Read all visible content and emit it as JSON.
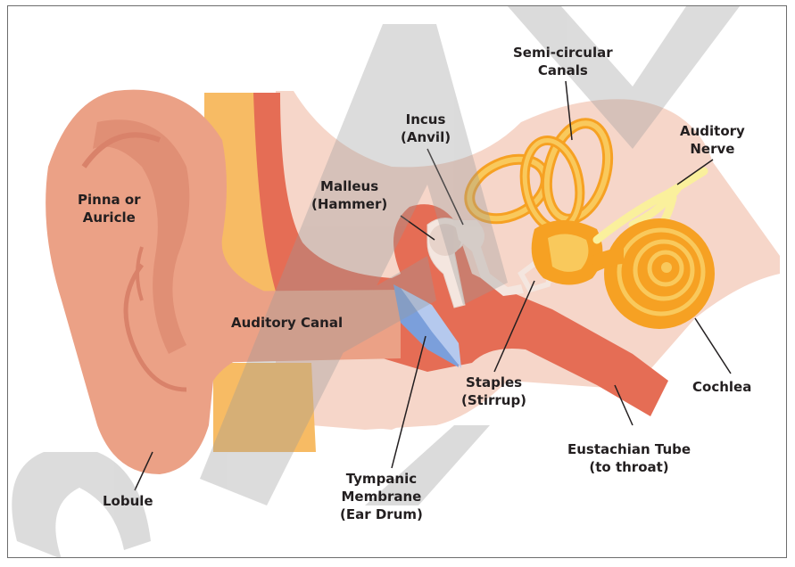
{
  "diagram": {
    "labels": {
      "pinna": [
        "Pinna or",
        "Auricle"
      ],
      "lobule": [
        "Lobule"
      ],
      "canal": [
        "Auditory Canal"
      ],
      "malleus": [
        "Malleus",
        "(Hammer)"
      ],
      "incus": [
        "Incus",
        "(Anvil)"
      ],
      "semicircular": [
        "Semi-circular",
        "Canals"
      ],
      "nerve": [
        "Auditory",
        "Nerve"
      ],
      "cochlea": [
        "Cochlea"
      ],
      "eustachian": [
        "Eustachian Tube",
        "(to throat)"
      ],
      "staples": [
        "Staples",
        "(Stirrup)"
      ],
      "tympanic": [
        "Tympanic",
        "Membrane",
        "(Ear Drum)"
      ]
    },
    "watermark": "SAMPLE",
    "colors": {
      "skin": "#eba186",
      "skin_dark": "#e08f75",
      "tissue": "#f6d6c9",
      "fat": "#f7bb64",
      "canal_red": "#e56d55",
      "ossicle": "#f4e6df",
      "cochlea": "#f6a123",
      "cochlea_light": "#f9c95c",
      "nerve": "#faf09c",
      "drum": "#7b9fdb",
      "drum_light": "#b5c9ee"
    }
  }
}
